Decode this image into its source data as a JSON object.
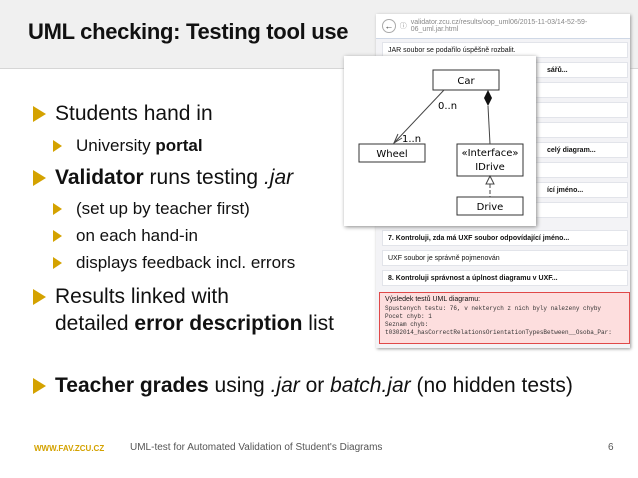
{
  "title": "UML checking: Testing tool use",
  "bullets": {
    "b1": "Students hand in",
    "b1a_pre": "University ",
    "b1a_bold": "portal",
    "b2_bold": "Validator",
    "b2_mid": " runs testing ",
    "b2_it": ".jar",
    "b2a": "(set up by teacher first)",
    "b2b": "on each hand-in",
    "b2c": "displays feedback incl. errors",
    "b3_line1": "Results linked with",
    "b3_pre": "detailed ",
    "b3_bold": "error description",
    "b3_post": " list",
    "b4_bold": "Teacher grades",
    "b4_a": " using ",
    "b4_it1": ".jar",
    "b4_b": " or ",
    "b4_it2": "batch.jar",
    "b4_c": " (no hidden tests)"
  },
  "browser": {
    "url": "validator.zcu.cz/results/oop_uml06/2015-11-03/14-52-59-06_uml.jar.html",
    "rows": [
      "JAR soubor se podařilo úspěšně rozbalit.",
      "sářů...",
      "celý diagram...",
      "ící jméno...",
      "7. Kontroluji, zda má UXF soubor odpovídající jméno...",
      "UXF soubor je správně pojmenován",
      "8. Kontroluji správnost a úplnost diagramu v UXF..."
    ],
    "error_title": "Výsledek testů UML diagramu:",
    "error_body": "Spustenych testu: 76, v nekterych z nich byly nalezeny chyby\nPocet chyb: 1\nSeznam chyb:\nt0302014_hasCorrectRelationsOrientationTypesBetween__Osoba_Par:"
  },
  "uml": {
    "car": "Car",
    "wheel": "Wheel",
    "stereotype": "«Interface»",
    "idrive": "IDrive",
    "drive": "Drive",
    "mult_car": "0..n",
    "mult_wheel": "1..n"
  },
  "footer": {
    "site": "WWW.FAV.ZCU.CZ",
    "caption": "UML-test for Automated Validation of Student's Diagrams",
    "page": "6"
  },
  "colors": {
    "accent": "#d4a200",
    "header_bg": "#f0f0f0",
    "error_bg": "#fddede",
    "error_border": "#e04848"
  }
}
